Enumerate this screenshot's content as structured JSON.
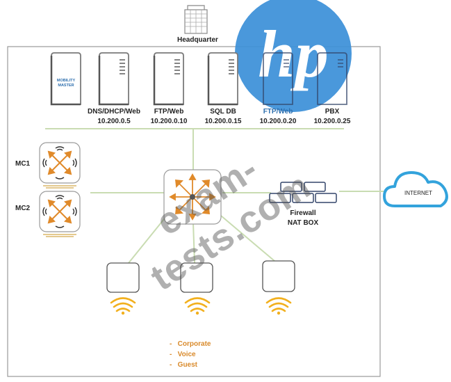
{
  "hq_label": "Headquarter",
  "servers": [
    {
      "tag": "MOBILITY\nMASTER",
      "name": "",
      "ip": ""
    },
    {
      "tag": "",
      "name": "DNS/DHCP/Web",
      "ip": "10.200.0.5"
    },
    {
      "tag": "",
      "name": "FTP/Web",
      "ip": "10.200.0.10"
    },
    {
      "tag": "",
      "name": "SQL DB",
      "ip": "10.200.0.15"
    },
    {
      "tag": "",
      "name": "FTP/Web",
      "ip": "10.200.0.20"
    },
    {
      "tag": "",
      "name": "PBX",
      "ip": "10.200.0.25"
    }
  ],
  "controllers": [
    {
      "label": "MC1"
    },
    {
      "label": "MC2"
    }
  ],
  "firewall": {
    "line1": "Firewall",
    "line2": "NAT BOX"
  },
  "internet_label": "INTERNET",
  "ssids": [
    "Corporate",
    "Voice",
    "Guest"
  ],
  "logo_text": "hp",
  "watermark_text": "exam-tests.com",
  "colors": {
    "accent_orange": "#e08a2a",
    "line_green": "#c9dcb2",
    "cloud_blue": "#33a3dc",
    "server_gray": "#7a7a7a",
    "hp_blue": "#3b8fd8"
  }
}
